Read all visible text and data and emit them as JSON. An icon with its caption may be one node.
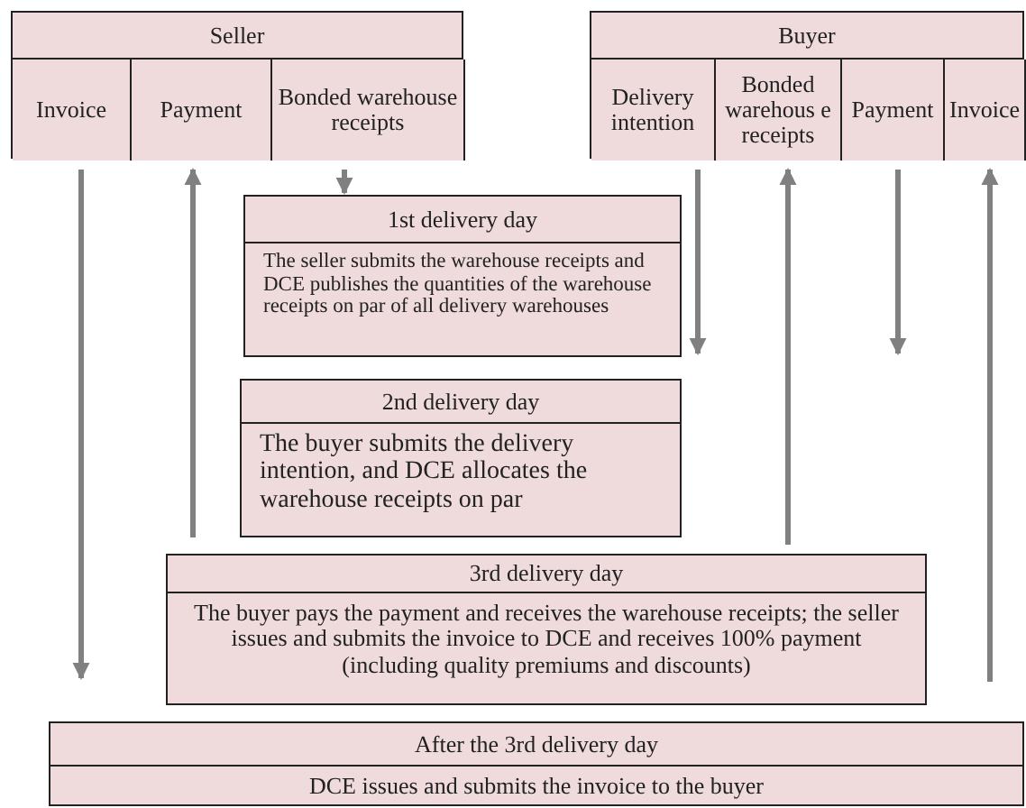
{
  "diagram": {
    "nodes": [
      {
        "text": [
          "Seller"
        ]
      },
      {
        "text": [
          "Invoice"
        ],
        "in": 0
      },
      {
        "text": [
          "Payment"
        ],
        "in": 0
      },
      {
        "text": [
          "Bonded warehouse receipts"
        ],
        "in": 0
      },
      {
        "text": [
          "Buyer"
        ]
      },
      {
        "text": [
          "Delivery intention"
        ],
        "in": 4
      },
      {
        "text": [
          "Bonded warehous e receipts"
        ],
        "in": 4
      },
      {
        "text": [
          "Payment"
        ],
        "in": 4
      },
      {
        "text": [
          "Invoice"
        ],
        "in": 4
      },
      {
        "text": [
          "1st delivery day",
          "The seller submits the warehouse receipts and DCE publishes the quantities of the warehouse receipts on par of all delivery warehouses"
        ]
      },
      {
        "text": [
          "2nd delivery day",
          "The buyer submits the delivery intention, and DCE allocates the warehouse receipts on par"
        ]
      },
      {
        "text": [
          "3rd delivery day",
          "The buyer pays the payment and receives the warehouse receipts; the seller issues and submits the invoice to DCE and receives 100% payment (including quality premiums and discounts)"
        ]
      },
      {
        "text": [
          "After the 3rd delivery day",
          "DCE issues and submits the invoice to the buyer"
        ]
      }
    ],
    "edges": [
      {
        "from": 1,
        "to": 12,
        "arrow": "to"
      },
      {
        "from": 11,
        "to": 2,
        "arrow": "to"
      },
      {
        "from": 3,
        "to": 9,
        "arrow": "to"
      },
      {
        "from": 5,
        "to": 10,
        "arrow": "to"
      },
      {
        "from": 11,
        "to": 6,
        "arrow": "to"
      },
      {
        "from": 7,
        "to": null,
        "arrow": "to"
      },
      {
        "from": null,
        "to": 8,
        "arrow": "to"
      }
    ]
  }
}
